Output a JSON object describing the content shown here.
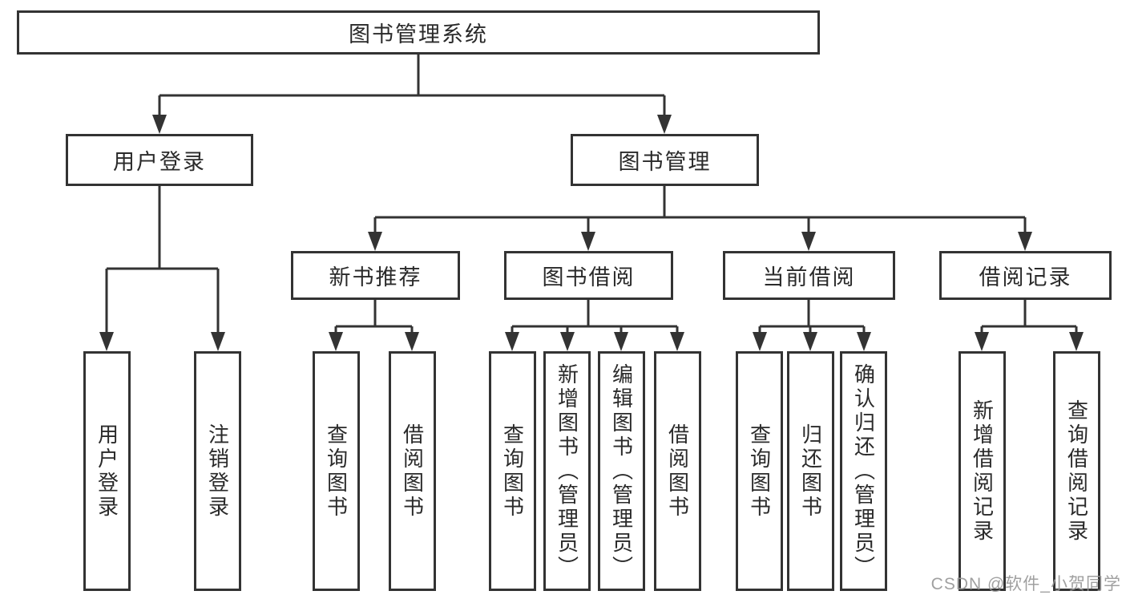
{
  "diagram": {
    "title": "图书管理系统",
    "branches": [
      {
        "label": "用户登录",
        "children": [
          {
            "label": "用户登录"
          },
          {
            "label": "注销登录"
          }
        ]
      },
      {
        "label": "图书管理",
        "children": [
          {
            "label": "新书推荐",
            "children": [
              {
                "label": "查询图书"
              },
              {
                "label": "借阅图书"
              }
            ]
          },
          {
            "label": "图书借阅",
            "children": [
              {
                "label": "查询图书"
              },
              {
                "label": "新增图书（管理员）"
              },
              {
                "label": "编辑图书（管理员）"
              },
              {
                "label": "借阅图书"
              }
            ]
          },
          {
            "label": "当前借阅",
            "children": [
              {
                "label": "查询图书"
              },
              {
                "label": "归还图书"
              },
              {
                "label": "确认归还（管理员）"
              }
            ]
          },
          {
            "label": "借阅记录",
            "children": [
              {
                "label": "新增借阅记录"
              },
              {
                "label": "查询借阅记录"
              }
            ]
          }
        ]
      }
    ]
  },
  "watermark": "CSDN @软件_小贺同学",
  "colors": {
    "line": "#333333",
    "text": "#2a2a2a",
    "background": "#ffffff",
    "watermark": "#969696"
  }
}
